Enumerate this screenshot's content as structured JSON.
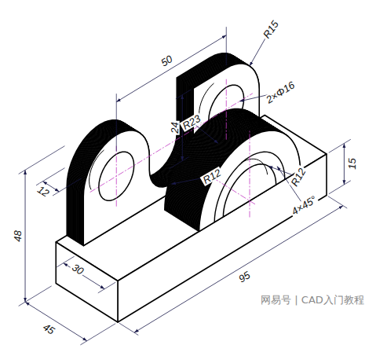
{
  "diagram": {
    "labels": [
      "50",
      "R15",
      "2×Φ16",
      "12",
      "24",
      "R12",
      "15",
      "R23",
      "R12",
      "4×45°",
      "48",
      "30",
      "45",
      "95",
      "网易号 | CAD入门教程"
    ]
  }
}
